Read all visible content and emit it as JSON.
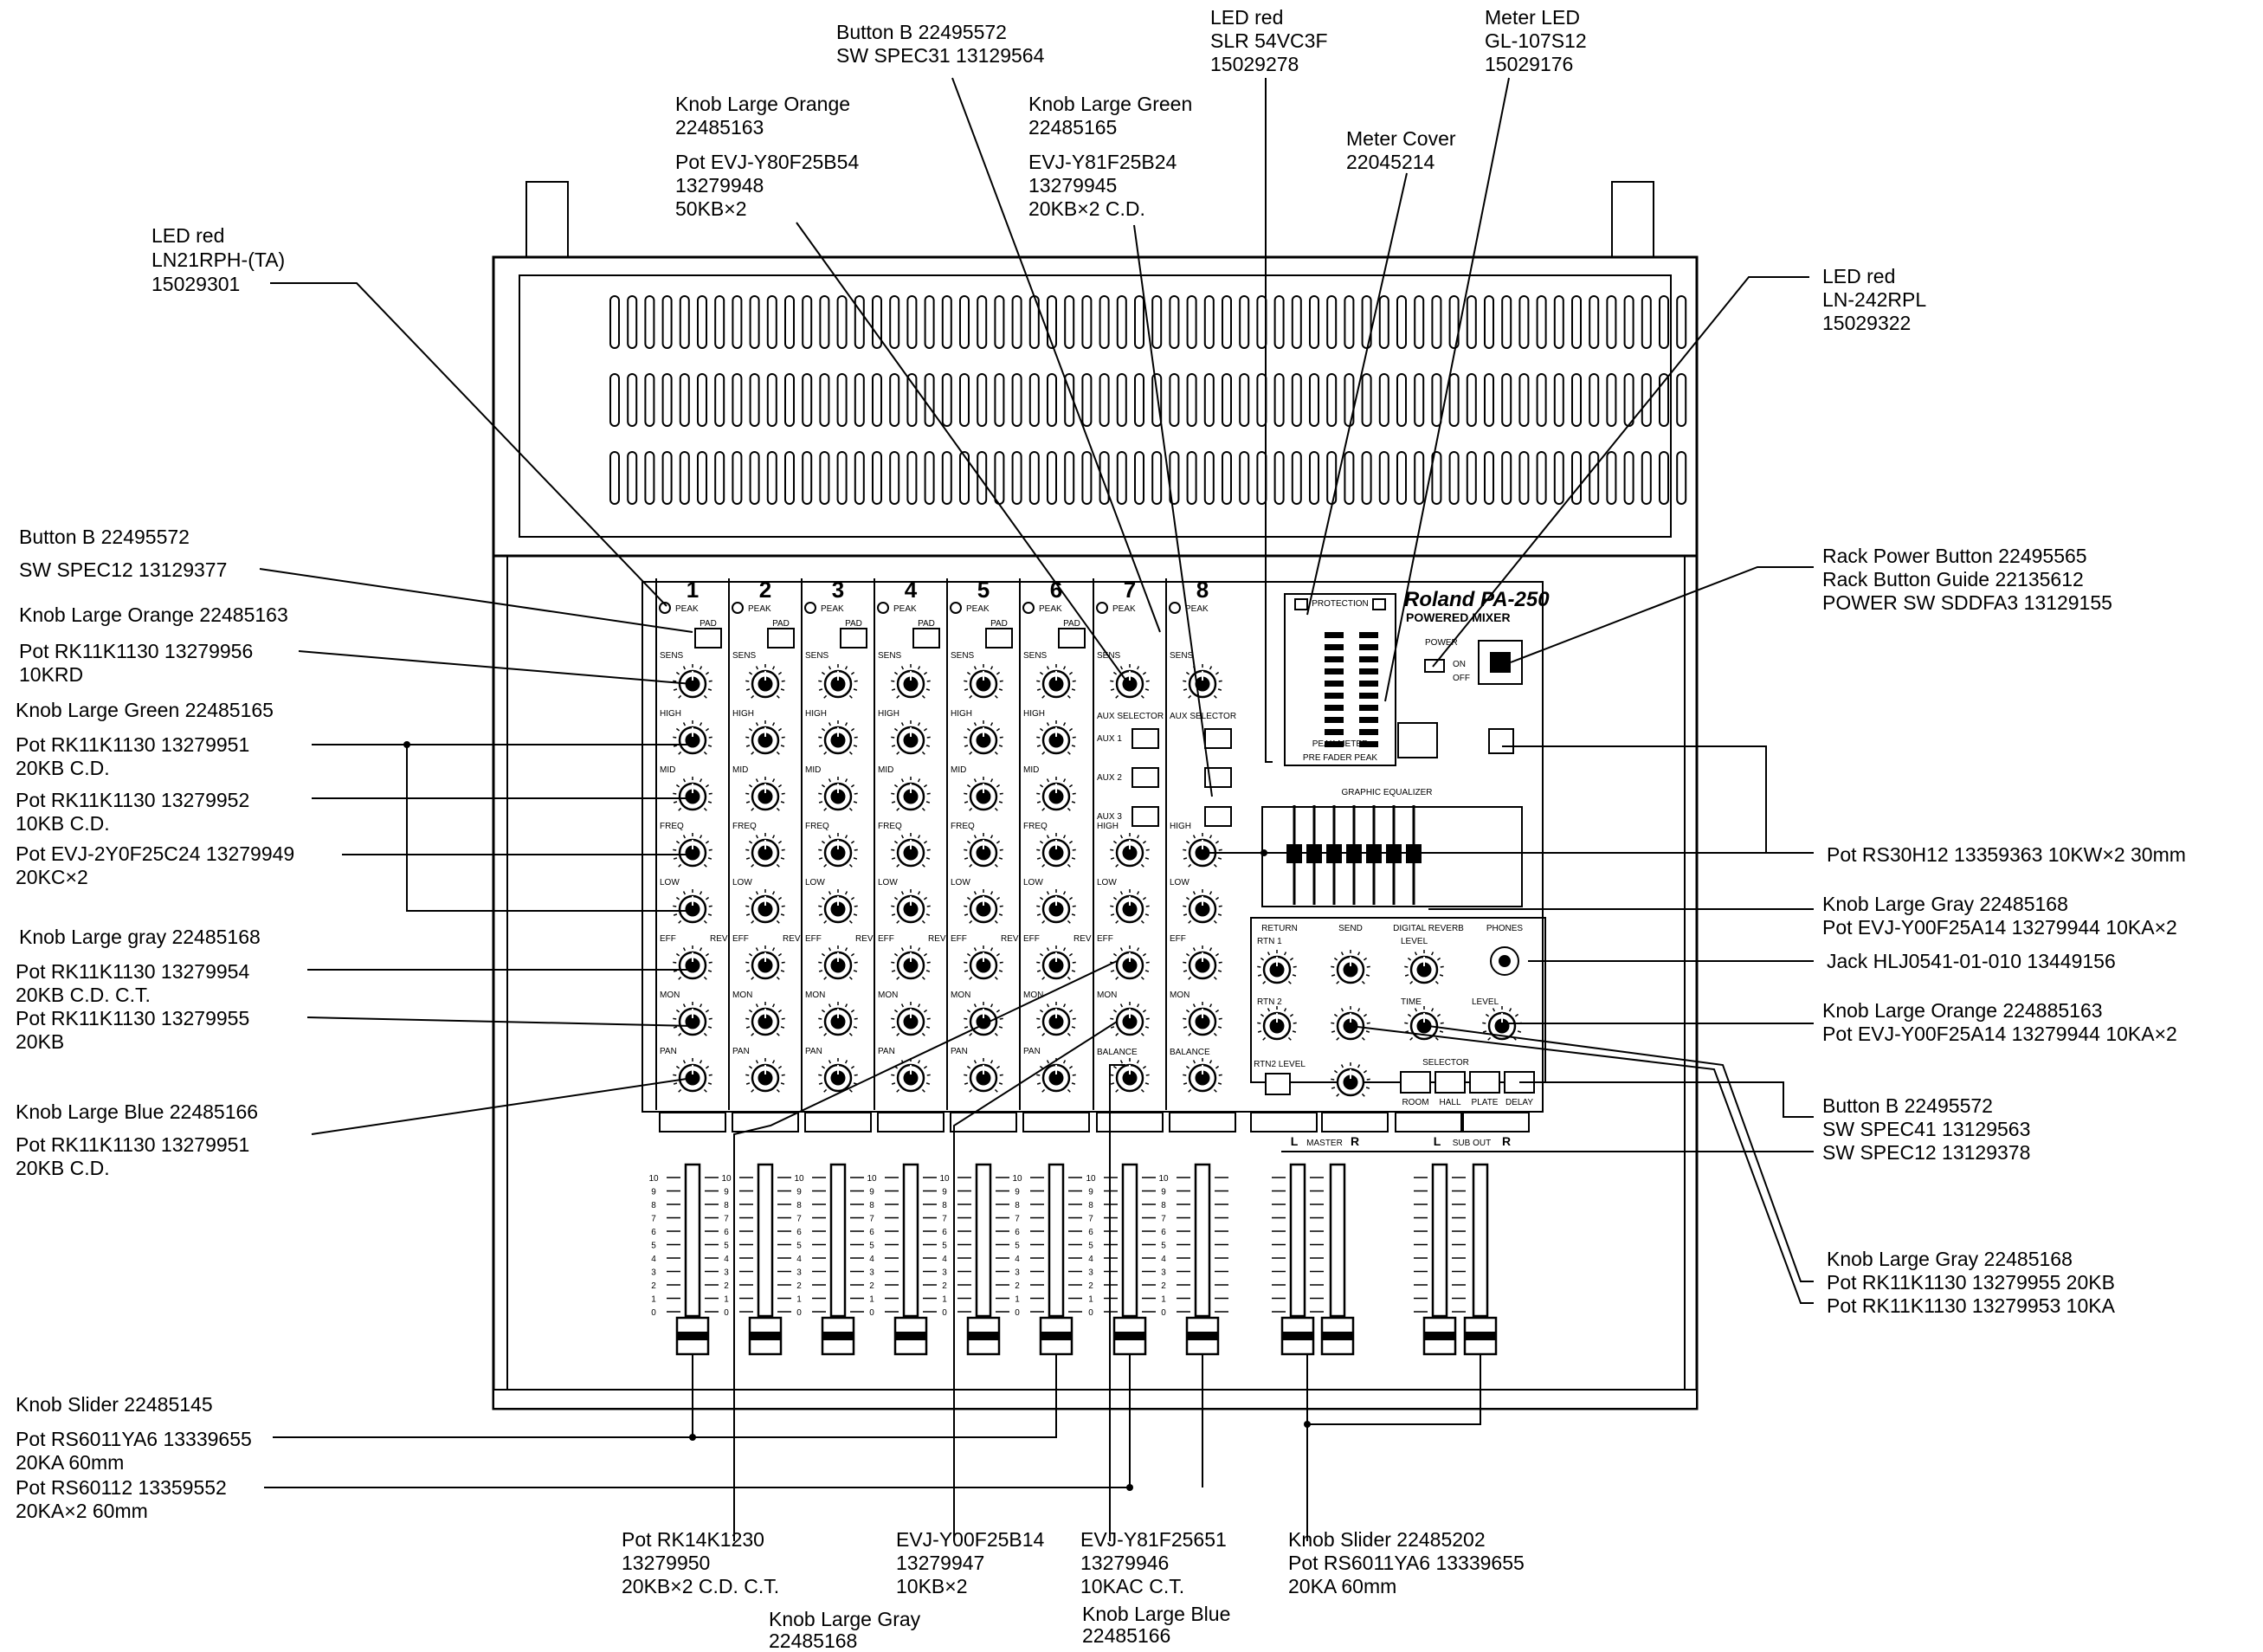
{
  "panel": {
    "brand": "Roland PA-250",
    "model": "POWERED MIXER",
    "channels": [
      "1",
      "2",
      "3",
      "4",
      "5",
      "6",
      "7",
      "8"
    ],
    "peak_label": "PEAK",
    "pad_label": "PAD",
    "sens_label": "SENS",
    "row_labels": [
      "HIGH",
      "MID",
      "FREQ",
      "LOW",
      "EFF",
      "REV",
      "MON",
      "PAN"
    ],
    "aux_selector_label": "AUX SELECTOR",
    "aux_labels": [
      "AUX 1",
      "AUX 2",
      "AUX 3"
    ],
    "balance_label": "BALANCE",
    "protection_label": "PROTECTION",
    "peak_meter_label": "PEAK METER",
    "meter_sub": "PRE FADER PEAK",
    "power_label": "POWER",
    "on_label": "ON",
    "off_label": "OFF",
    "graphic_eq_label": "GRAPHIC EQUALIZER",
    "return_label": "RETURN",
    "send_label": "SEND",
    "digital_reverb_label": "DIGITAL REVERB",
    "phones_label": "PHONES",
    "rtn1": "RTN 1",
    "rtn2": "RTN 2",
    "level_label": "LEVEL",
    "time_label": "TIME",
    "rtn2_level": "RTN2 LEVEL",
    "selector_label": "SELECTOR",
    "reverb_modes": [
      "ROOM",
      "HALL",
      "PLATE",
      "DELAY"
    ],
    "master_label": "MASTER",
    "sub_out_label": "SUB OUT",
    "l_label": "L",
    "r_label": "R",
    "fader_scale": [
      "10",
      "9",
      "8",
      "7",
      "6",
      "5",
      "4",
      "3",
      "2",
      "1",
      "0"
    ]
  },
  "callouts": {
    "led_red_ln21": [
      "LED red",
      "LN21RPH-(TA)",
      "15029301"
    ],
    "knob_orange_top": [
      "Knob Large Orange",
      "22485163"
    ],
    "pot_evj_y80": [
      "Pot EVJ-Y80F25B54",
      "13279948",
      "50KB×2"
    ],
    "button_b_top": [
      "Button B   22495572",
      "SW SPEC31  13129564"
    ],
    "knob_green_top": [
      "Knob Large Green",
      "22485165"
    ],
    "evj_y81_top": [
      "EVJ-Y81F25B24",
      "13279945",
      "20KB×2  C.D."
    ],
    "led_red_slr": [
      "LED red",
      "SLR 54VC3F",
      "15029278"
    ],
    "meter_led": [
      "Meter LED",
      "GL-107S12",
      "15029176"
    ],
    "meter_cover": [
      "Meter Cover",
      "22045214"
    ],
    "led_red_ln242": [
      "LED red",
      "LN-242RPL",
      "15029322"
    ],
    "button_b_left": [
      "Button B   22495572"
    ],
    "sw_spec12_left": [
      "SW SPEC12    13129377"
    ],
    "knob_orange_left": [
      "Knob Large Orange   22485163"
    ],
    "pot_rk11_956": [
      "Pot RK11K1130    13279956",
      "10KRD"
    ],
    "knob_green_left": [
      "Knob Large Green 22485165"
    ],
    "pot_rk11_951a": [
      "Pot RK11K1130    13279951",
      "20KB C.D."
    ],
    "pot_rk11_952": [
      "Pot RK11K1130    13279952",
      "10KB C.D."
    ],
    "pot_evj_2y0": [
      "Pot EVJ-2Y0F25C24    13279949",
      "20KC×2"
    ],
    "knob_gray_left": [
      "Knob Large gray    22485168"
    ],
    "pot_rk11_954": [
      "Pot RK11K1130    13279954",
      "20KB C.D. C.T."
    ],
    "pot_rk11_955": [
      "Pot RK11K1130    13279955",
      "20KB"
    ],
    "knob_blue_left": [
      "Knob Large Blue    22485166"
    ],
    "pot_rk11_951b": [
      "Pot RK11K1130    13279951",
      "20KB C.D."
    ],
    "knob_slider_left": [
      "Knob Slider   22485145"
    ],
    "pot_rs6011_left": [
      "Pot RS6011YA6    13339655",
      "20KA   60mm"
    ],
    "pot_rs60112": [
      "Pot RS60112    13359552",
      "20KA×2 60mm"
    ],
    "rack_power": [
      "Rack Power Button      22495565",
      "Rack Button Guide       22135612",
      "POWER SW SDDFA3  13129155"
    ],
    "pot_rs30h12": [
      "Pot RS30H12 13359363   10KW×2    30mm"
    ],
    "knob_gray_right": [
      "Knob Large Gray      22485168",
      "Pot EVJ-Y00F25A14  13279944    10KA×2"
    ],
    "jack": [
      "Jack HLJ0541-01-010    13449156"
    ],
    "knob_orange_right": [
      "Knob Large Orange      224885163",
      "Pot EVJ-Y00F25A14      13279944    10KA×2"
    ],
    "button_b_right": [
      "Button B          22495572",
      "SW SPEC41     13129563",
      "SW SPEC12     13129378"
    ],
    "knob_gray_right2": [
      "Knob Large Gray       22485168",
      "Pot RK11K1130         13279955     20KB",
      "Pot RK11K1130         13279953     10KA"
    ],
    "pot_rk14": [
      "Pot RK14K1230",
      "13279950",
      "20KB×2 C.D. C.T."
    ],
    "evj_y00_bottom": [
      "EVJ-Y00F25B14",
      "13279947",
      "10KB×2"
    ],
    "knob_gray_bottom": [
      "Knob Large Gray",
      "22485168"
    ],
    "evj_y81_bottom": [
      "EVJ-Y81F25651",
      "13279946",
      "10KAC C.T."
    ],
    "knob_blue_bottom": [
      "Knob Large Blue",
      "22485166"
    ],
    "knob_slider_bottom": [
      "Knob Slider    22485202",
      "Pot RS6011YA6    13339655",
      "20KA    60mm"
    ]
  }
}
